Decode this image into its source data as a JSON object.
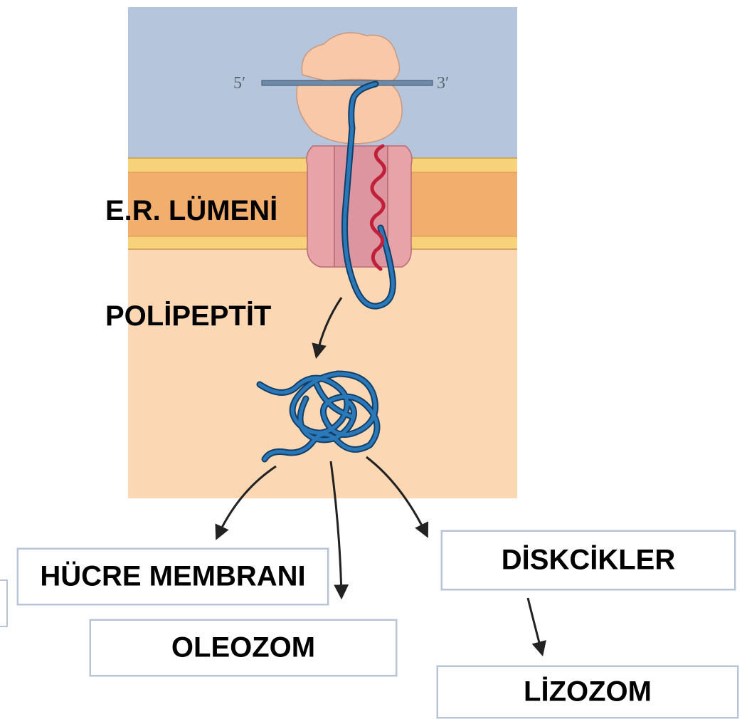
{
  "diagram": {
    "strand_5_label": "5′",
    "strand_3_label": "3′",
    "labels": {
      "er_lumen": "E.R. LÜMENİ",
      "polypeptide": "POLİPEPTİT"
    },
    "boxes": {
      "cell_membrane": "HÜCRE MEMBRANI",
      "oleosome": "OLEOZOM",
      "discs": "DİSKCİKLER",
      "lysosome": "LİZOZOM"
    },
    "colors": {
      "cytosol_top": "#b5c6dc",
      "lumen": "#fcd7b4",
      "membrane_outer": "#f8d27a",
      "membrane_core": "#f2ae6c",
      "ribosome": "#f8c8a8",
      "translocon": "#e7a3a8",
      "polypeptide": "#1f5f96",
      "signal_sequence": "#c0203a",
      "box_border": "#b9c3d6"
    }
  }
}
